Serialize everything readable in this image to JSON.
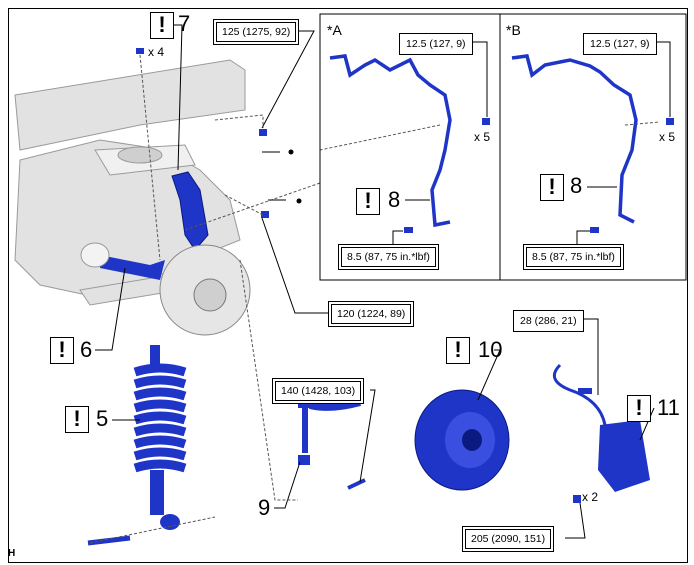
{
  "corner_label": "H",
  "callouts": {
    "item5": {
      "warn": "!",
      "number": "5"
    },
    "item6": {
      "warn": "!",
      "number": "6"
    },
    "item7": {
      "warn": "!",
      "number": "7"
    },
    "item8a": {
      "warn": "!",
      "number": "8"
    },
    "item8b": {
      "warn": "!",
      "number": "8"
    },
    "item9": {
      "number": "9"
    },
    "item10": {
      "warn": "!",
      "number": "10"
    },
    "item11": {
      "warn": "!",
      "number": "11"
    }
  },
  "torques": {
    "t125": "125 (1275, 92)",
    "t120": "120 (1224, 89)",
    "t140": "140 (1428, 103)",
    "t28": "28 (286, 21)",
    "t205": "205 (2090, 151)",
    "a_top": "12.5 (127, 9)",
    "a_bottom": "8.5 (87, 75 in.*lbf)",
    "b_top": "12.5 (127, 9)",
    "b_bottom": "8.5 (87, 75 in.*lbf)"
  },
  "quantities": {
    "q4": "x 4",
    "qa5": "x 5",
    "qb5": "x 5",
    "q2": "x 2"
  },
  "insets": {
    "a": "*A",
    "b": "*B"
  },
  "colors": {
    "part_blue": "#1f35c8",
    "frame_gray": "#d8d8d8"
  }
}
